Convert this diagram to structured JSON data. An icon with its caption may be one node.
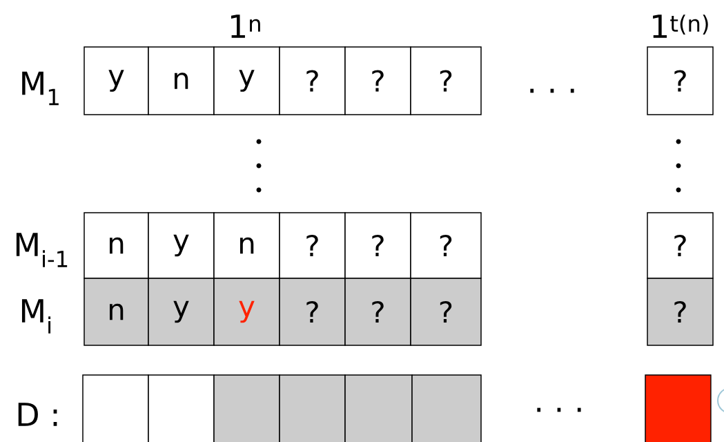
{
  "diagram": {
    "nodes": [
      {
        "text": [
          "y"
        ]
      },
      {
        "text": [
          "n"
        ]
      },
      {
        "text": [
          "y"
        ]
      },
      {
        "text": [
          "?"
        ]
      },
      {
        "text": [
          "?"
        ]
      },
      {
        "text": [
          "?"
        ]
      },
      {
        "text": [
          "?"
        ]
      },
      {
        "text": [
          "n"
        ]
      },
      {
        "text": [
          "y"
        ]
      },
      {
        "text": [
          "n"
        ]
      },
      {
        "text": [
          "?"
        ]
      },
      {
        "text": [
          "?"
        ]
      },
      {
        "text": [
          "?"
        ]
      },
      {
        "text": [
          "?"
        ]
      },
      {
        "text": [
          "n"
        ]
      },
      {
        "text": [
          "y"
        ]
      },
      {
        "text": [
          "y"
        ]
      },
      {
        "text": [
          "?"
        ]
      },
      {
        "text": [
          "?"
        ]
      },
      {
        "text": [
          "?"
        ]
      },
      {
        "text": [
          "?"
        ]
      },
      {
        "text": [],
        "shape": "box"
      },
      {
        "text": [],
        "shape": "box"
      },
      {
        "text": [],
        "shape": "box"
      },
      {
        "text": [],
        "shape": "box"
      },
      {
        "text": [],
        "shape": "box"
      },
      {
        "text": [],
        "shape": "box"
      },
      {
        "text": [],
        "shape": "box"
      }
    ],
    "edges": [],
    "labels": [
      "1$^{n}$",
      "1$^{t(n)}$",
      "M$_{1}$",
      "· · ·",
      "M$_{i-1}$",
      "M$_{i}$",
      "D :",
      "· · ·"
    ]
  }
}
